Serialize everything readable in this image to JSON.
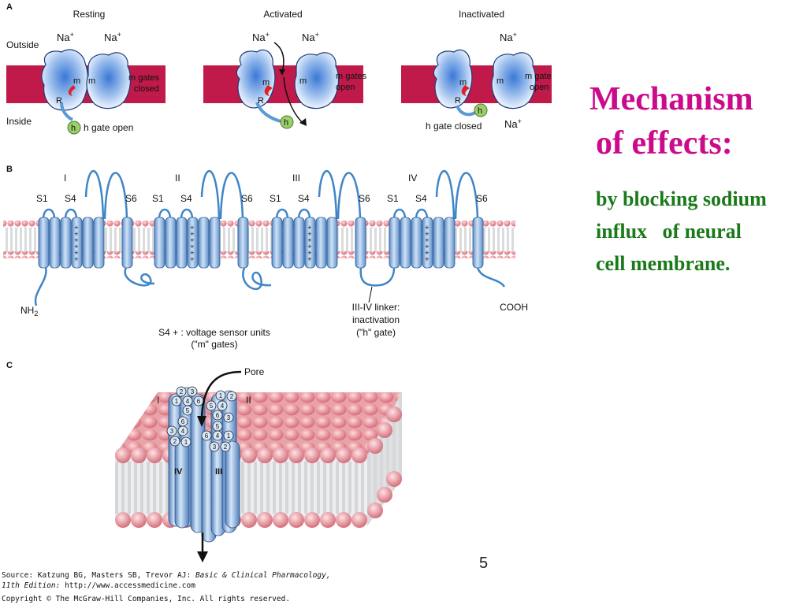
{
  "title": {
    "line1": "Mechanism",
    "line2": "of effects:"
  },
  "subtitle": {
    "line1": "by blocking sodium",
    "line2": "influx   of neural",
    "line3": "cell membrane."
  },
  "page_number": "5",
  "source": {
    "prefix": "Source: Katzung BG, Masters SB, Trevor AJ: ",
    "book": "Basic & Clinical Pharmacology,",
    "edition": "11th Edition:",
    "url": " http://www.accessmedicine.com",
    "copyright": "Copyright © The McGraw-Hill Companies, Inc. All rights reserved."
  },
  "panelA": {
    "letter": "A",
    "outside": "Outside",
    "inside": "Inside",
    "states": [
      "Resting",
      "Activated",
      "Inactivated"
    ],
    "na": "Na",
    "plus": "+",
    "m": "m",
    "r": "R",
    "h": "h",
    "closed_label": [
      "m gates",
      "closed"
    ],
    "open_label": [
      "m gates",
      "open"
    ],
    "h_open": "h gate open",
    "h_closed": "h gate closed"
  },
  "panelB": {
    "letter": "B",
    "domains": [
      "I",
      "II",
      "III",
      "IV"
    ],
    "s1": "S1",
    "s4": "S4",
    "s6": "S6",
    "nh2": "NH",
    "nh2_sub": "2",
    "cooh": "COOH",
    "sensor": [
      "S4 + : voltage sensor units",
      "(\"m\" gates)"
    ],
    "linker": [
      "III-IV linker:",
      "inactivation",
      "(\"h\" gate)"
    ]
  },
  "panelC": {
    "letter": "C",
    "pore": "Pore",
    "domain_i": "I",
    "domain_ii": "II",
    "domain_iii": "III",
    "domain_iv": "IV",
    "helix_numbers_left": [
      "2",
      "3",
      "1",
      "4",
      "6",
      "5",
      "6",
      "3",
      "4",
      "2",
      "1"
    ],
    "helix_numbers_right": [
      "1",
      "2",
      "5",
      "4",
      "6",
      "3",
      "5",
      "6",
      "4",
      "1",
      "3",
      "2"
    ]
  }
}
